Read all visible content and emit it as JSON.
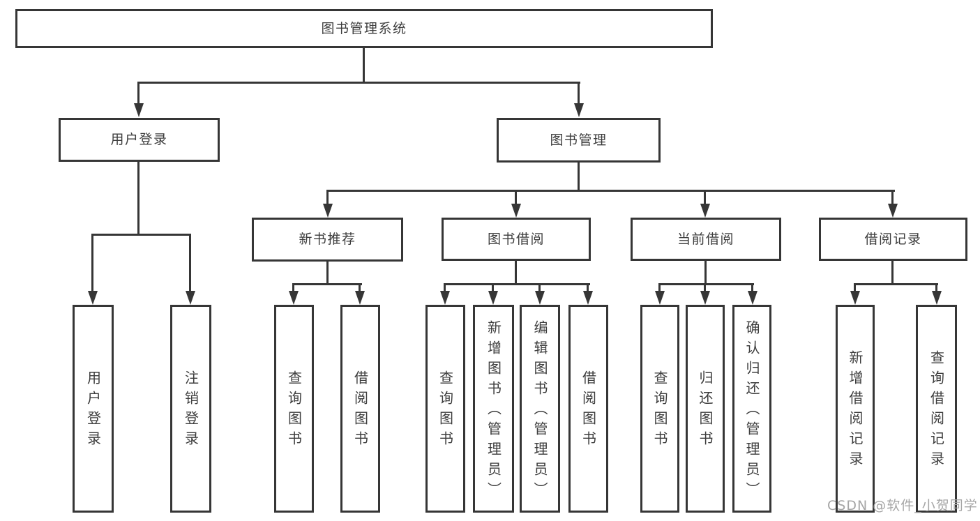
{
  "diagram_title": "图书管理系统",
  "tree": {
    "root": {
      "label": "图书管理系统",
      "children": [
        {
          "label": "用户登录",
          "children": [
            {
              "label": "用户登录"
            },
            {
              "label": "注销登录"
            }
          ]
        },
        {
          "label": "图书管理",
          "children": [
            {
              "label": "新书推荐",
              "children": [
                {
                  "label": "查询图书"
                },
                {
                  "label": "借阅图书"
                }
              ]
            },
            {
              "label": "图书借阅",
              "children": [
                {
                  "label": "查询图书"
                },
                {
                  "label": "新增图书（管理员）"
                },
                {
                  "label": "编辑图书（管理员）"
                },
                {
                  "label": "借阅图书"
                }
              ]
            },
            {
              "label": "当前借阅",
              "children": [
                {
                  "label": "查询图书"
                },
                {
                  "label": "归还图书"
                },
                {
                  "label": "确认归还（管理员）"
                }
              ]
            },
            {
              "label": "借阅记录",
              "children": [
                {
                  "label": "新增借阅记录"
                },
                {
                  "label": "查询借阅记录"
                }
              ]
            }
          ]
        }
      ]
    }
  },
  "watermark": {
    "text": "CSDN @软件_小贺同学"
  },
  "colors": {
    "line": "#363636",
    "text": "#3d3d3d",
    "bg": "#ffffff",
    "watermark": "#a6a6a6"
  }
}
